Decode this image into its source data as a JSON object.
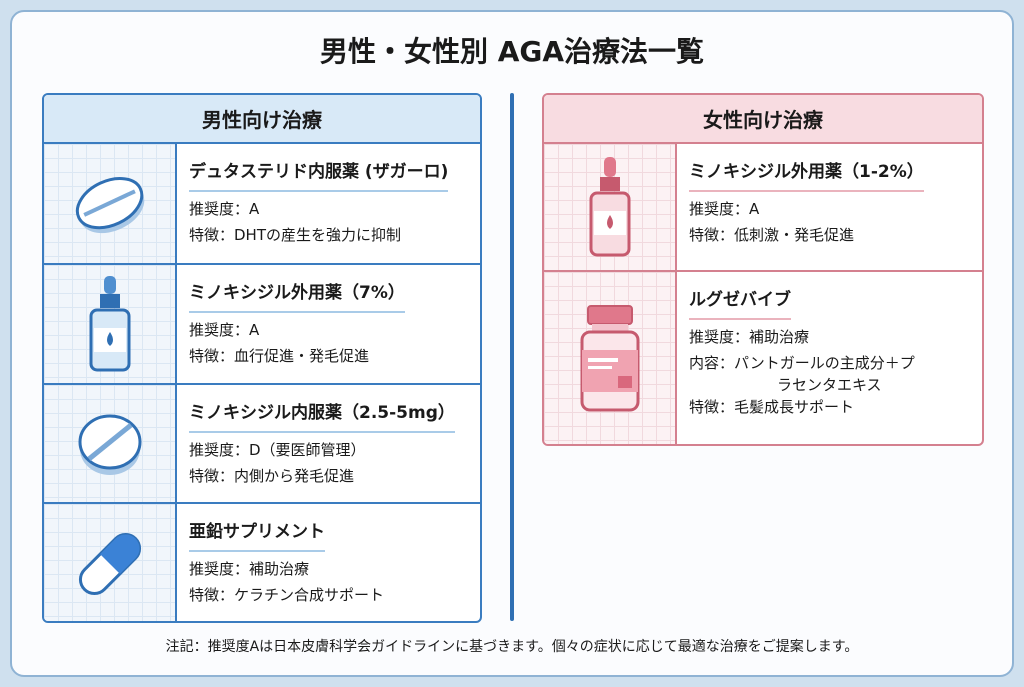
{
  "title": "男性・女性別 AGA治療法一覧",
  "male": {
    "header": "男性向け治療",
    "items": [
      {
        "icon": "pill-tablet-icon",
        "name": "デュタステリド内服薬 (ザガーロ)",
        "lines": [
          "推奨度：A",
          "特徴：DHTの産生を強力に抑制"
        ]
      },
      {
        "icon": "dropper-bottle-icon",
        "name": "ミノキシジル外用薬（7%）",
        "lines": [
          "推奨度：A",
          "特徴：血行促進・発毛促進"
        ]
      },
      {
        "icon": "pill-tablet-icon",
        "name": "ミノキシジル内服薬（2.5-5mg）",
        "lines": [
          "推奨度：D（要医師管理）",
          "特徴：内側から発毛促進"
        ]
      },
      {
        "icon": "capsule-icon",
        "name": "亜鉛サプリメント",
        "lines": [
          "推奨度：補助治療",
          "特徴：ケラチン合成サポート"
        ]
      }
    ]
  },
  "female": {
    "header": "女性向け治療",
    "items": [
      {
        "icon": "dropper-bottle-icon",
        "name": "ミノキシジル外用薬（1-2%）",
        "lines": [
          "推奨度：A",
          "特徴：低刺激・発毛促進"
        ]
      },
      {
        "icon": "supplement-bottle-icon",
        "name": "ルグゼバイブ",
        "lines": [
          "推奨度：補助治療",
          "内容：パントガールの主成分＋プ",
          "ラセンタエキス",
          "特徴：毛髪成長サポート"
        ]
      }
    ]
  },
  "note": "注記：推奨度Aは日本皮膚科学会ガイドラインに基づきます。個々の症状に応じて最適な治療をご提案します。",
  "colors": {
    "male": "#3a7cc0",
    "female": "#d4808f"
  }
}
